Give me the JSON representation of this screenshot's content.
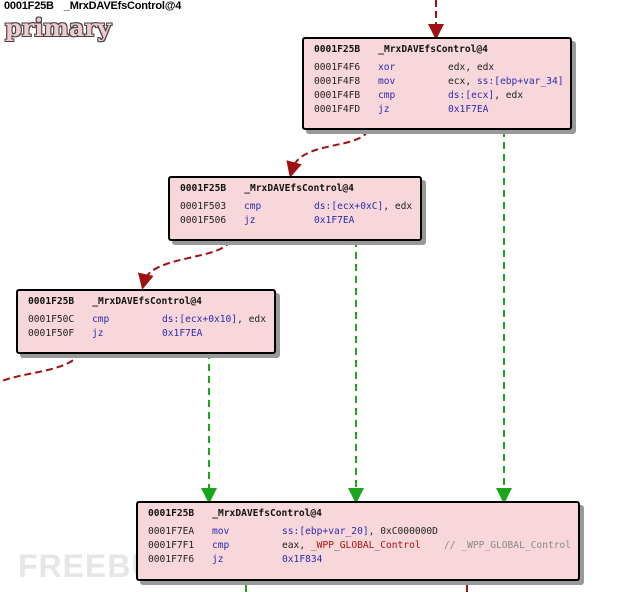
{
  "header": {
    "address": "0001F25B",
    "func": "_MrxDAVEfsControl@4"
  },
  "label": "primary",
  "watermark": "FREEBUF",
  "nodes": {
    "n1": {
      "address": "0001F25B",
      "func": "_MrxDAVEfsControl@4",
      "rows": [
        {
          "addr": "0001F4F6",
          "mn": "xor",
          "op": "edx, edx"
        },
        {
          "addr": "0001F4F8",
          "mn": "mov",
          "op_reg": "ecx, ",
          "op_seg": "ss:[ebp+var_34]"
        },
        {
          "addr": "0001F4FB",
          "mn": "cmp",
          "op_seg": "ds:[ecx]",
          "op_reg": ", edx"
        },
        {
          "addr": "0001F4FD",
          "mn": "jz",
          "op": "0x1F7EA"
        }
      ]
    },
    "n2": {
      "address": "0001F25B",
      "func": "_MrxDAVEfsControl@4",
      "rows": [
        {
          "addr": "0001F503",
          "mn": "cmp",
          "op_seg": "ds:[ecx+0xC]",
          "op_reg": ", edx"
        },
        {
          "addr": "0001F506",
          "mn": "jz",
          "op": "0x1F7EA"
        }
      ]
    },
    "n3": {
      "address": "0001F25B",
      "func": "_MrxDAVEfsControl@4",
      "rows": [
        {
          "addr": "0001F50C",
          "mn": "cmp",
          "op_seg": "ds:[ecx+0x10]",
          "op_reg": ", edx"
        },
        {
          "addr": "0001F50F",
          "mn": "jz",
          "op": "0x1F7EA"
        }
      ]
    },
    "n4": {
      "address": "0001F25B",
      "func": "_MrxDAVEfsControl@4",
      "rows": [
        {
          "addr": "0001F7EA",
          "mn": "mov",
          "op_seg": "ss:[ebp+var_20]",
          "op_reg": ", 0xC000000D"
        },
        {
          "addr": "0001F7F1",
          "mn": "cmp",
          "op_reg": "eax, ",
          "op_red": "_WPP_GLOBAL_Control",
          "comment": "// _WPP_GLOBAL_Control"
        },
        {
          "addr": "0001F7F6",
          "mn": "jz",
          "op": "0x1F834"
        }
      ]
    }
  },
  "colors": {
    "node_bg": "#f8d7da",
    "true_edge": "#1aa51a",
    "false_edge": "#a01010"
  }
}
